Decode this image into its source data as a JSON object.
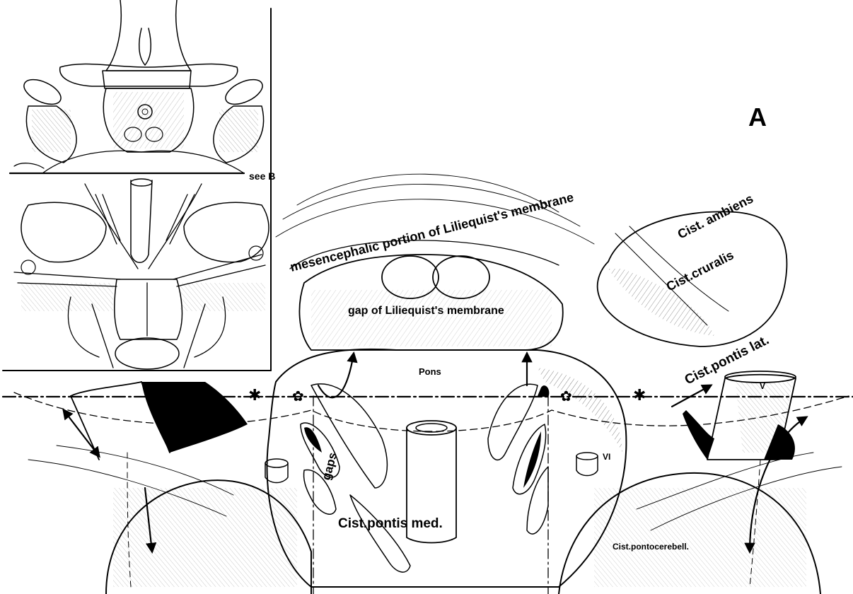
{
  "figure_letter": "A",
  "labels": {
    "see_b": "see B",
    "mesencephalic": "mesencephalic portion of Liliequist's membrane",
    "gap": "gap of Liliequist's membrane",
    "pons": "Pons",
    "gaps": "gaps",
    "cist_ambiens": "Cist. ambiens",
    "cist_cruralis": "Cist.cruralis",
    "cist_pontis_lat": "Cist.pontis lat.",
    "cist_pontis_med": "Cist.pontis med.",
    "cist_pontocerebell": "Cist.pontocerebell.",
    "nerve_v": "V",
    "nerve_vi": "VI"
  }
}
